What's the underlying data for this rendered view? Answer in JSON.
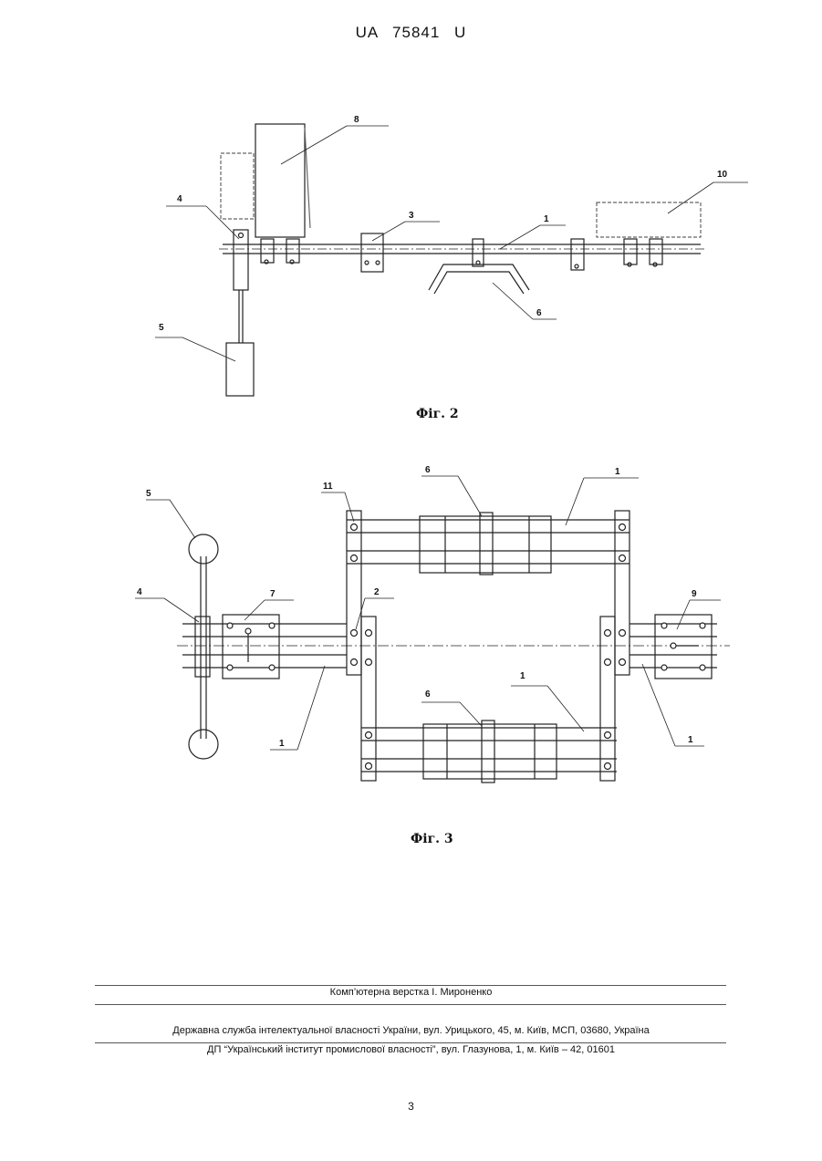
{
  "header": {
    "doc_id": "UA   75841   U"
  },
  "fig2": {
    "caption": "Фіг. 2",
    "labels": {
      "l8": "8",
      "l10": "10",
      "l4": "4",
      "l3": "3",
      "l1": "1",
      "l5": "5",
      "l6": "6"
    }
  },
  "fig3": {
    "caption": "Фіг. 3",
    "labels": {
      "l5": "5",
      "l11": "11",
      "l6a": "6",
      "l1a": "1",
      "l4": "4",
      "l7": "7",
      "l2": "2",
      "l9": "9",
      "l1b": "1",
      "l6b": "6",
      "l1c": "1",
      "l1d": "1"
    }
  },
  "footer": {
    "layout_credit": "Комп’ютерна верстка І. Мироненко",
    "agency": "Державна служба інтелектуальної власності України, вул. Урицького, 45, м. Київ, МСП, 03680, Україна",
    "institute": "ДП “Український інститут промислової власності”, вул. Глазунова, 1, м. Київ – 42, 01601",
    "page_number": "3"
  }
}
